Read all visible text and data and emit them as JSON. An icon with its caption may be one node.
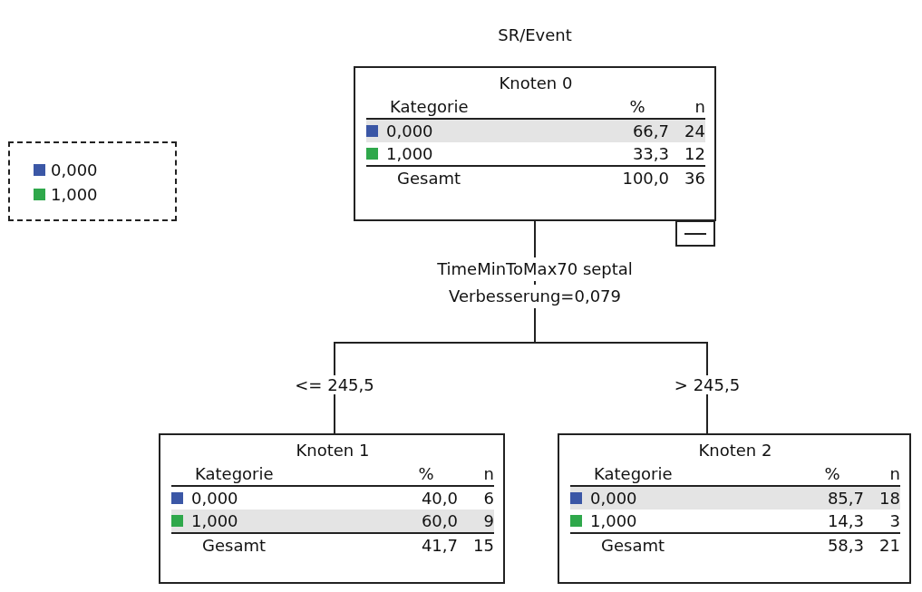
{
  "diagram": {
    "title": "SR/Event",
    "nodes": [
      {
        "text": [
          "Knoten 0",
          "Kategorie",
          "%",
          "n",
          "0,000",
          "66,7",
          "24",
          "1,000",
          "33,3",
          "12",
          "Gesamt",
          "100,0",
          "36"
        ]
      },
      {
        "text": [
          "Knoten 1",
          "Kategorie",
          "%",
          "n",
          "0,000",
          "40,0",
          "6",
          "1,000",
          "60,0",
          "9",
          "Gesamt",
          "41,7",
          "15"
        ]
      },
      {
        "text": [
          "Knoten 2",
          "Kategorie",
          "%",
          "n",
          "0,000",
          "85,7",
          "18",
          "1,000",
          "14,3",
          "3",
          "Gesamt",
          "58,3",
          "21"
        ]
      }
    ],
    "edges": [
      {
        "from": 0,
        "to": 1,
        "arrow": "none",
        "label": "<= 245,5"
      },
      {
        "from": 0,
        "to": 2,
        "arrow": "none",
        "label": "> 245,5"
      }
    ],
    "labels": [
      "TimeMinToMax70 septal",
      "Verbesserung=0,079"
    ],
    "legend": [
      {
        "text": "0,000",
        "color": "#3b57a6"
      },
      {
        "text": "1,000",
        "color": "#2fa84b"
      }
    ]
  }
}
